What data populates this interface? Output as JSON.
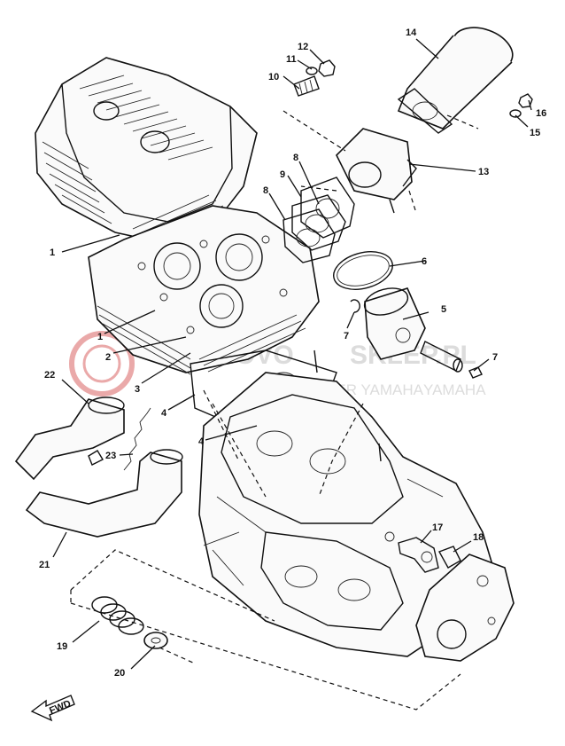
{
  "watermark": {
    "brand": "YAMAHA",
    "site_part1": "ZNOVO",
    "site_part2": "SKLEP.PL",
    "tagline": "DEALER YAMAHA",
    "color": "#d9d9d9",
    "logo_color": "#e8a0a0"
  },
  "callouts": [
    {
      "text": "1"
    },
    {
      "text": "1"
    },
    {
      "text": "2"
    },
    {
      "text": "3"
    },
    {
      "text": "4"
    },
    {
      "text": "4"
    },
    {
      "text": "5"
    },
    {
      "text": "6"
    },
    {
      "text": "7"
    },
    {
      "text": "7"
    },
    {
      "text": "8"
    },
    {
      "text": "8"
    },
    {
      "text": "9"
    },
    {
      "text": "10"
    },
    {
      "text": "11"
    },
    {
      "text": "12"
    },
    {
      "text": "13"
    },
    {
      "text": "14"
    },
    {
      "text": "15"
    },
    {
      "text": "16"
    },
    {
      "text": "17"
    },
    {
      "text": "18"
    },
    {
      "text": "19"
    },
    {
      "text": "20"
    },
    {
      "text": "21"
    },
    {
      "text": "22"
    },
    {
      "text": "23"
    }
  ],
  "front_arrow": {
    "text": "FWD"
  }
}
